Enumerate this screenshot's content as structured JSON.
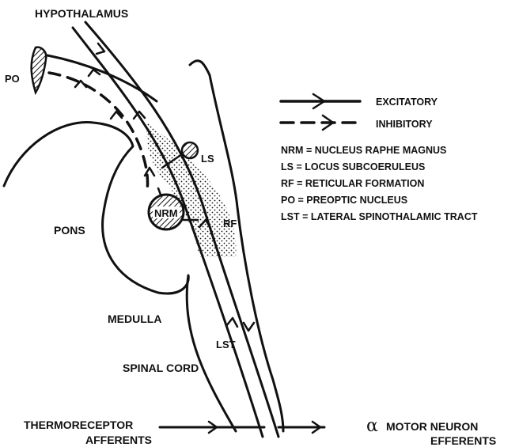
{
  "labels": {
    "hypothalamus": "HYPOTHALAMUS",
    "po": "PO",
    "ls": "LS",
    "nrm": "NRM",
    "rf": "RF",
    "pons": "PONS",
    "medulla": "MEDULLA",
    "lst": "LST",
    "spinal_cord": "SPINAL CORD",
    "thermoreceptor": "THERMORECEPTOR",
    "afferents": "AFFERENTS",
    "alpha": "α",
    "motor_neuron": "MOTOR NEURON",
    "efferents": "EFFERENTS"
  },
  "legend": {
    "excitatory": "EXCITATORY",
    "inhibitory": "INHIBITORY"
  },
  "abbreviations": [
    "NRM = NUCLEUS  RAPHE  MAGNUS",
    "LS = LOCUS SUBCOERULEUS",
    "RF = RETICULAR FORMATION",
    "PO = PREOPTIC NUCLEUS",
    "LST = LATERAL SPINOTHALAMIC TRACT"
  ],
  "colors": {
    "ink": "#111111",
    "background": "#ffffff"
  }
}
